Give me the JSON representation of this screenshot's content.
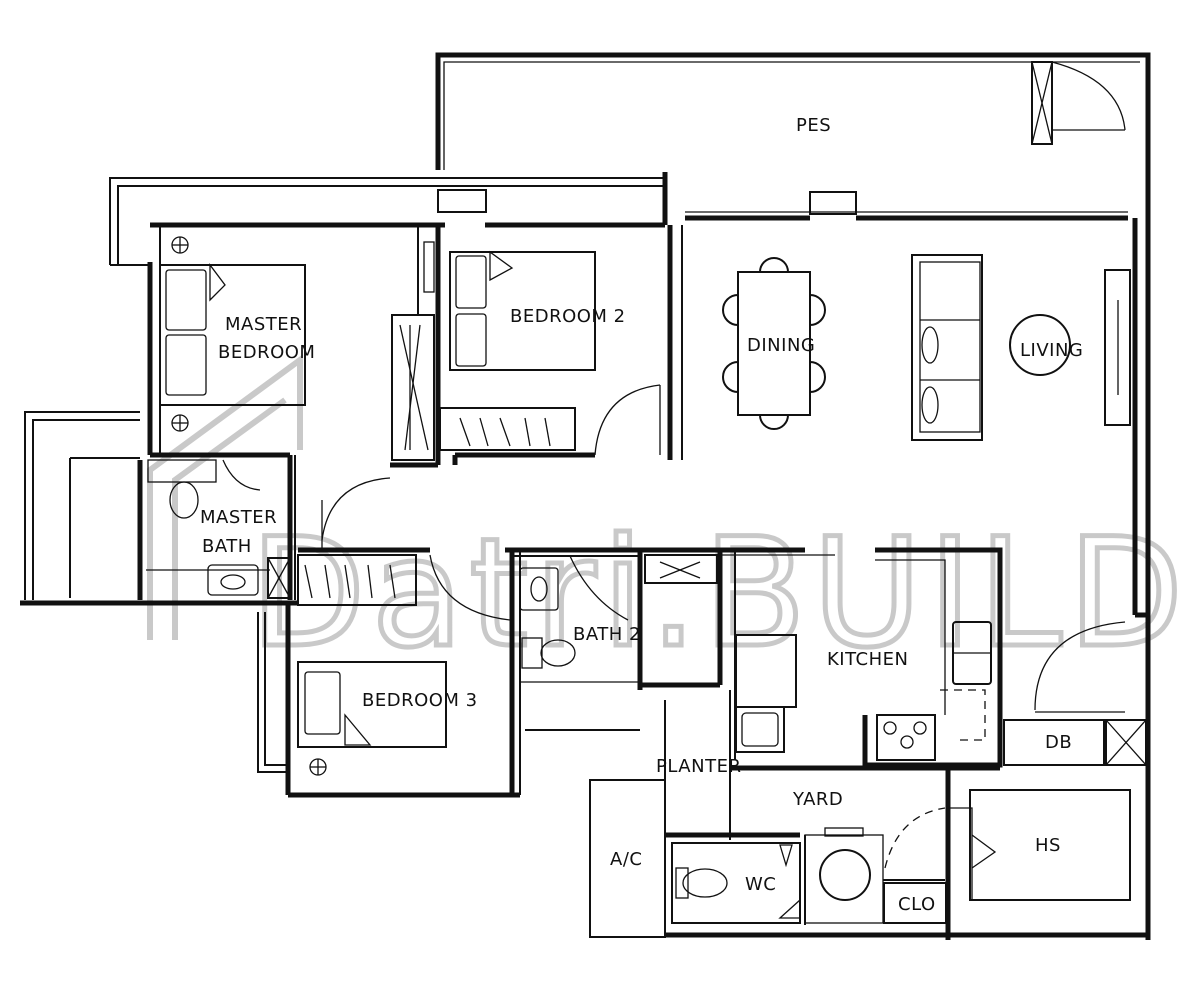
{
  "rooms": {
    "pes": "PES",
    "master_bedroom_line1": "MASTER",
    "master_bedroom_line2": "BEDROOM",
    "bedroom2": "BEDROOM 2",
    "dining": "DINING",
    "living": "LIVING",
    "master_bath_line1": "MASTER",
    "master_bath_line2": "BATH",
    "bath2": "BATH 2",
    "kitchen": "KITCHEN",
    "bedroom3": "BEDROOM 3",
    "db": "DB",
    "planter": "PLANTER",
    "yard": "YARD",
    "ac": "A/C",
    "wc": "WC",
    "hs": "HS",
    "clo": "CLO"
  },
  "watermark": {
    "text": "Datri.BUILD"
  }
}
